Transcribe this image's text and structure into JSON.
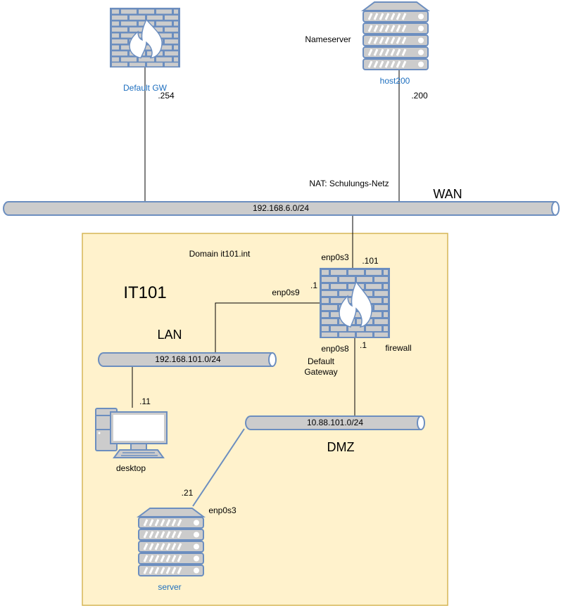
{
  "colors": {
    "device_fill": "#cccccc",
    "device_stroke": "#6c8ebf",
    "zone_fill": "#fff2cc",
    "zone_stroke": "#d6b656",
    "link_label_blue": "#1e6fbf"
  },
  "zone": {
    "title": "IT101",
    "domain_label": "Domain it101.int"
  },
  "devices": {
    "default_gw": {
      "label": "Default GW",
      "icon": "firewall-icon",
      "ip": ".254"
    },
    "host200": {
      "label": "host200",
      "icon": "server-icon",
      "role": "Nameserver",
      "ip": ".200"
    },
    "firewall": {
      "label": "firewall",
      "icon": "firewall-icon",
      "role": "Default Gateway",
      "interfaces": {
        "wan": {
          "name": "enp0s3",
          "ip": ".101"
        },
        "lan": {
          "name": "enp0s9",
          "ip": ".1"
        },
        "dmz": {
          "name": "enp0s8",
          "ip": ".1"
        }
      }
    },
    "desktop": {
      "label": "desktop",
      "icon": "desktop-icon",
      "ip": ".11"
    },
    "server": {
      "label": "server",
      "icon": "server-icon",
      "ip": ".21",
      "interface": "enp0s3"
    }
  },
  "networks": {
    "wan": {
      "name": "WAN",
      "subnet": "192.168.6.0/24",
      "note": "NAT: Schulungs-Netz"
    },
    "lan": {
      "name": "LAN",
      "subnet": "192.168.101.0/24"
    },
    "dmz": {
      "name": "DMZ",
      "subnet": "10.88.101.0/24"
    }
  }
}
